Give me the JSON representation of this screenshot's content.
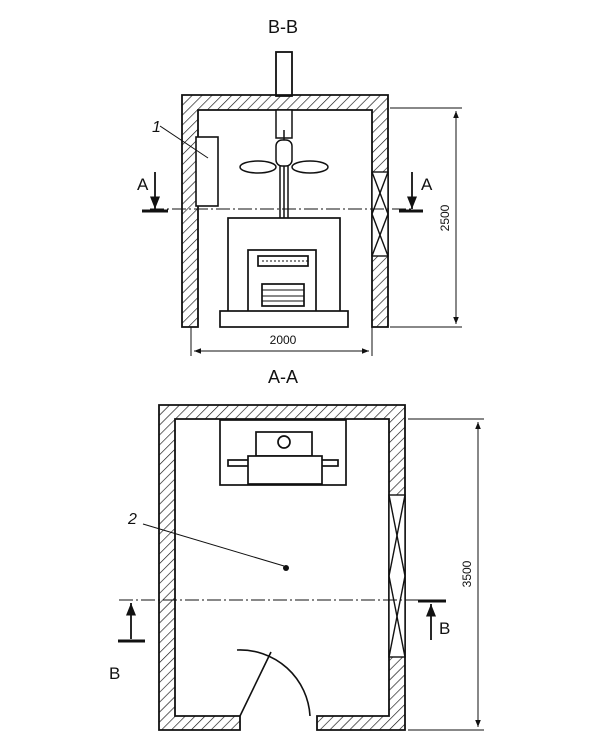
{
  "section_bb": {
    "title": "B-B",
    "dim_width": "2000",
    "dim_height": "2500",
    "cut_left": "A",
    "cut_right": "A",
    "callout": "1"
  },
  "section_aa": {
    "title": "A-A",
    "dim_length": "3500",
    "callout": "2",
    "cut_left": "B",
    "cut_right": "B"
  },
  "colors": {
    "line": "#111111",
    "background": "#ffffff"
  }
}
